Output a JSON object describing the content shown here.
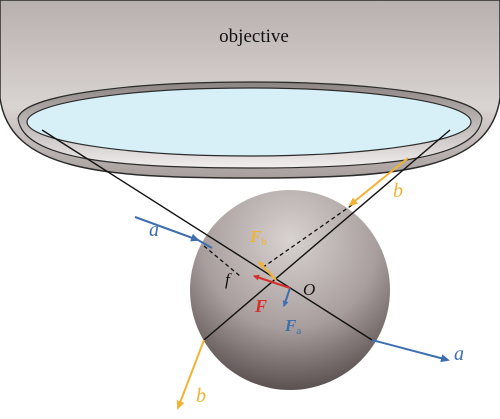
{
  "objective": {
    "label": "objective"
  },
  "rays": {
    "a_in": "a",
    "a_out": "a",
    "b_in": "b",
    "b_out": "b"
  },
  "forces": {
    "Fb": {
      "symbol": "F",
      "subscript": "b"
    },
    "F": {
      "symbol": "F"
    },
    "Fa": {
      "symbol": "F",
      "subscript": "a"
    }
  },
  "points": {
    "focus": "f",
    "center": "O"
  },
  "colors": {
    "ray_a": "#3f6fb0",
    "ray_b": "#f2b233",
    "force_net": "#d7302b",
    "lens_glass": "#d7f0f7",
    "objective_body": "#c9c2c0",
    "sphere": "#9a8f8e"
  }
}
